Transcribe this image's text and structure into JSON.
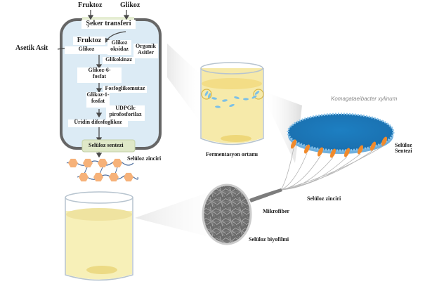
{
  "cell": {
    "inputs": [
      "Fruktoz",
      "Glikoz"
    ],
    "sugar_transfer": "Şeker transferi",
    "acetic_acid": "Asetik Asit",
    "fructose": "Fruktoz",
    "glucose": "Glikoz",
    "glucose_oxidase": [
      "Glikoz",
      "oksidaz"
    ],
    "organic_acids": [
      "Organik",
      "Asitler"
    ],
    "glucokinase": "Glikokinaz",
    "g6p": [
      "Glikoz-6-",
      "fosfat"
    ],
    "phosphoglucomutase": "Fosfoglikomutaz",
    "g1p": [
      "Glikoz-1-",
      "fosfat"
    ],
    "udpg": [
      "UDPGlc",
      "pirofosforilaz"
    ],
    "udp_glucose": "Üridin difosfoglikoz",
    "cellulose_synthase": "Selüloz sentezi",
    "cellulose_chain": "Selüloz zinciri"
  },
  "fermentation": {
    "label": "Fermentasyon ortamı"
  },
  "bacterium": {
    "species": "Komagataeibacter xylinum",
    "synthase": [
      "Selüloz",
      "Sentezi"
    ],
    "chain": "Selüloz zinciri",
    "microfiber": "Mikrofiber"
  },
  "biofilm": {
    "label": "Selüloz biyofilmi"
  },
  "colors": {
    "cell_fill": "#dcebf5",
    "cell_border": "#6b6b6b",
    "synthase_box": "#dfe8c8",
    "hexagon": "#f6b27a",
    "chain": "#4f6f9e",
    "liquid": "#f5e6a0",
    "bacterium": "#1f86c8",
    "bacterium_edge": "#7ab8e2",
    "synthase_protein": "#f08a2c"
  }
}
